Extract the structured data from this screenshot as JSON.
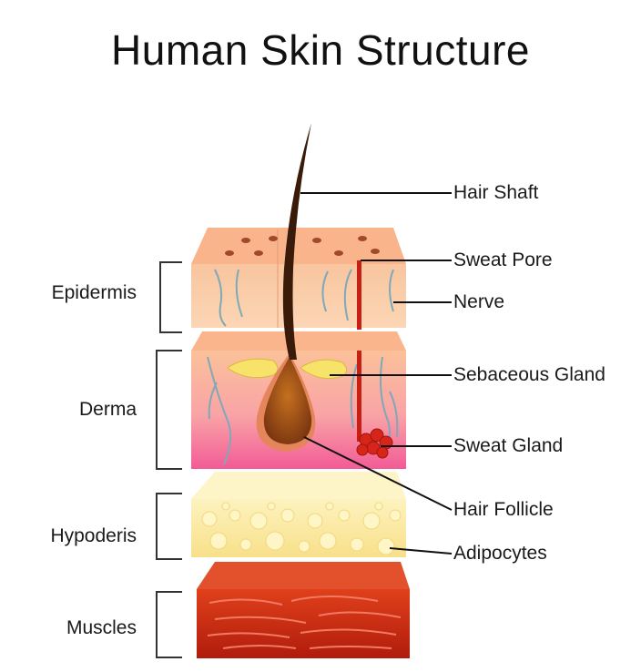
{
  "title": "Human Skin Structure",
  "layers": [
    "Epidermis",
    "Derma",
    "Hypoderis",
    "Muscles"
  ],
  "structures": [
    "Hair Shaft",
    "Sweat Pore",
    "Nerve",
    "Sebaceous Gland",
    "Sweat Gland",
    "Hair Follicle",
    "Adipocytes"
  ],
  "colors": {
    "epidermis_top": "#f9b48c",
    "epidermis_front": "#fbc9a3",
    "derma_top": "#fbb086",
    "derma_pink": "#f46a9b",
    "hypodermis": "#fbeaa0",
    "fat_cell": "#fff4c2",
    "muscle": "#c92a10",
    "hair": "#3a1a08",
    "follicle": "#8a3d12",
    "sebaceous": "#f7e36a",
    "sweat_gland": "#d8251a",
    "nerve": "#7fa8b8"
  }
}
